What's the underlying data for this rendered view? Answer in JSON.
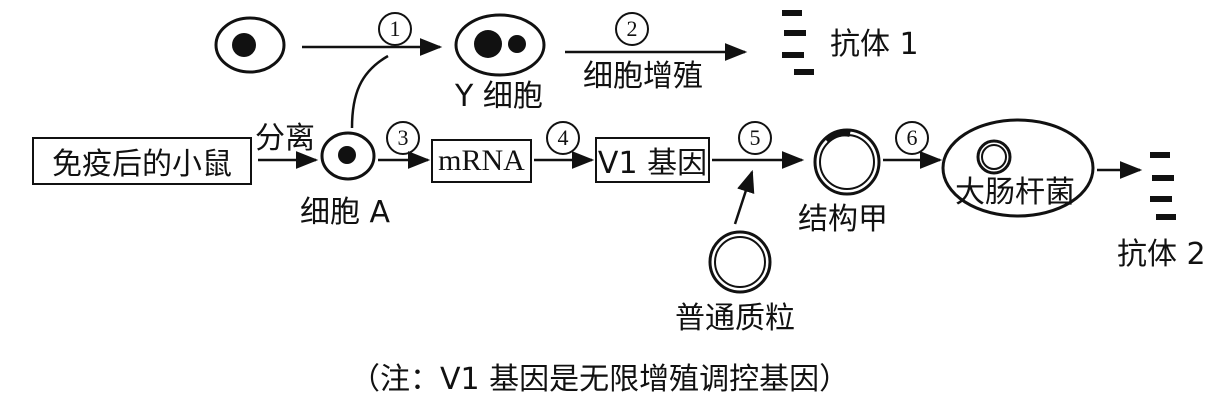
{
  "labels": {
    "antibody_1": "抗体 1",
    "antibody_2": "抗体 2",
    "y_cell": "Y 细胞",
    "cell_proliferation": "细胞增殖",
    "immunized_mouse": "免疫后的小鼠",
    "separate": "分离",
    "cell_a": "细胞 A",
    "mrna": "mRNA",
    "v1_gene": "V1 基因",
    "structure_jia": "结构甲",
    "ecoli": "大肠杆菌",
    "ordinary_plasmid": "普通质粒",
    "note": "（注：V1 基因是无限增殖调控基因）"
  },
  "steps": [
    "1",
    "2",
    "3",
    "4",
    "5",
    "6"
  ]
}
